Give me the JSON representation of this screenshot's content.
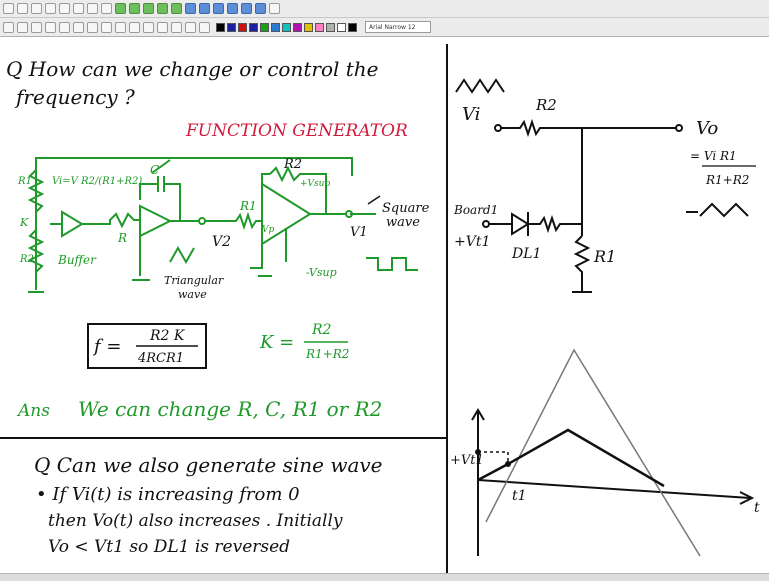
{
  "toolbar": {
    "font_name": "Arial Narrow",
    "font_size": "12",
    "palette": [
      "#000000",
      "#1f1fa0",
      "#d01010",
      "#1f1fa0",
      "#18a018",
      "#2b7bd5",
      "#10c0c0",
      "#b010b0",
      "#e0c000",
      "#ff80c0",
      "#b0b0b0",
      "#ffffff",
      "#000000"
    ]
  },
  "notes": {
    "q1_line1": "Q How can we change or control the",
    "q1_line2": "frequency ?",
    "function_generator": "FUNCTION GENERATOR",
    "label_c": "C",
    "label_r2_top": "R2",
    "label_r1": "R1",
    "label_vp": "Vp",
    "label_vsup_pos": "+Vsup",
    "label_vsup_neg": "-Vsup",
    "label_square": "Square",
    "label_wave": "wave",
    "label_v1": "V1",
    "label_v2": "V2",
    "label_triangular": "Triangular",
    "label_wave2": "wave",
    "label_r": "R",
    "label_rpot1": "R1",
    "label_k": "K",
    "label_rpot2": "R2",
    "label_buffer": "Buffer",
    "label_vi_eq": "Vi=V R2/(R1+R2)",
    "formula_f_num": "R2 K",
    "formula_f_den": "4RCR1",
    "formula_f_lhs": "f =",
    "formula_k_lhs": "K =",
    "formula_k_num": "R2",
    "formula_k_den": "R1+R2",
    "answer_tag": "Ans",
    "answer_text": "We can change  R, C, R1 or R2",
    "q2_line1": "Q Can we also generate sine wave",
    "q2_line2": "• If  Vi(t)  is increasing from 0",
    "q2_line3": "then Vo(t)  also increases . Initially",
    "q2_line4": "Vo < Vt1  so DL1  is reversed",
    "rc_vi": "Vi",
    "rc_r2": "R2",
    "rc_vo": "Vo",
    "rc_vo_eq1": "= Vi R1",
    "rc_vo_eq2": "R1+R2",
    "rc_board1": "Board1",
    "rc_vt1": "+Vt1",
    "rc_dl1": "DL1",
    "rc_r1": "R1",
    "graph_vt1": "+Vt1",
    "graph_t1": "t1",
    "graph_t": "t"
  }
}
